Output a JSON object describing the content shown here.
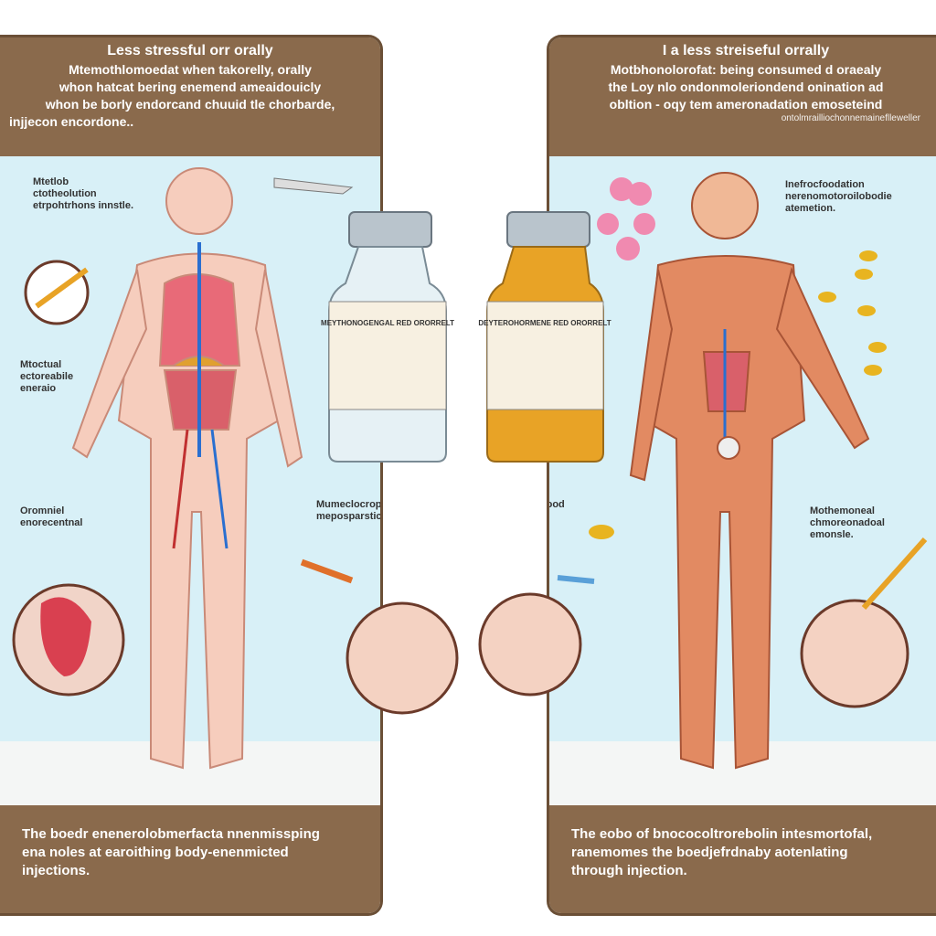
{
  "left": {
    "header": {
      "title": "Less stressful orr orally",
      "lines": [
        "Mtemothlomoedat when takorelly, orally",
        "whon hatcat bering enemend ameaidouicly",
        "whon be borly endorcand chuuid tle chorbarde,",
        "injjecon encordone.."
      ]
    },
    "labels": [
      "Mtetlob ctotheolution etrpohtrhons innstle.",
      "Mtoctual ectoreabile eneraio",
      "Oromniel enorecentnal",
      "Mumeclocroponals eronde meposparstic."
    ],
    "footer": [
      "The boedr enenerolobmerfacta nnenmissping",
      "ena noles at earoithing body-enenmicted",
      "injections."
    ]
  },
  "center": {
    "clear_vial_label": "MEYTHONOGENGAL RED ORORRELT",
    "amber_vial_label": "DEYTEROHORMENE RED ORORRELT"
  },
  "right": {
    "header": {
      "title": "I a less streiseful orrally",
      "lines": [
        "Motbhonolorofat: being consumed d oraealy",
        "the Loy nlo ondonmoleriondend onination ad",
        "obltion - oqy tem ameronadation emoseteind"
      ],
      "small": "ontolmrailliochonnemaineflleweller"
    },
    "labels": [
      "Inefrocfoodation nerenomotoroilobodie atemetion.",
      "Mtononolrehood inefanfon.",
      "Mothemoneal chmoreonadoal emonsle."
    ],
    "footer": [
      "The eobo of bnococoltrorebolin intesmortofal,",
      "ranemomes the boedjefrdnaby aotenlating",
      "through injection."
    ]
  },
  "colors": {
    "frame": "#8a6a4c",
    "panel_bg": "#d8f0f7",
    "amber": "#e8a326",
    "skin": "#f3c6b3"
  }
}
